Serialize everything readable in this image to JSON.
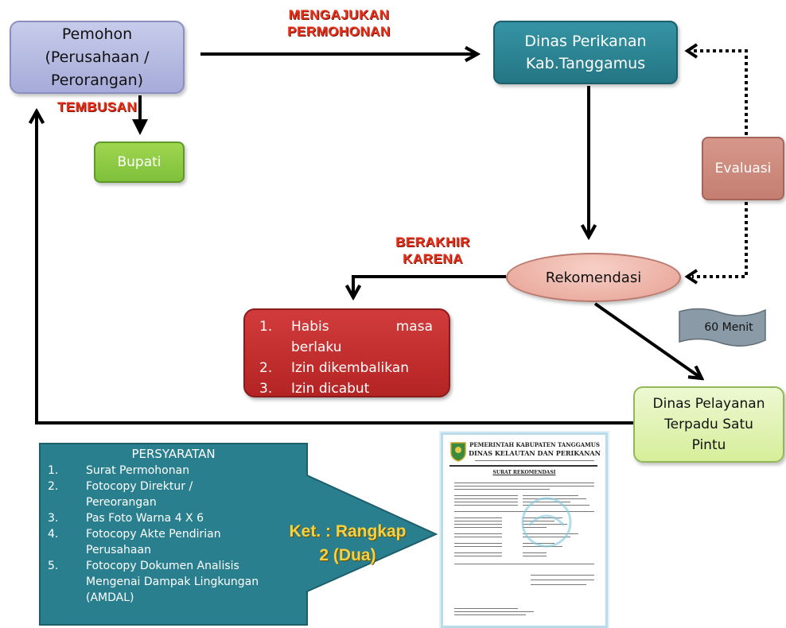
{
  "nodes": {
    "pemohon": [
      "Pemohon",
      "(Perusahaan /",
      "Perorangan)"
    ],
    "dinas": [
      "Dinas Perikanan",
      "Kab.Tanggamus"
    ],
    "bupati": "Bupati",
    "evaluasi": "Evaluasi",
    "rekomendasi": "Rekomendasi",
    "dpts": [
      "Dinas Pelayanan",
      "Terpadu Satu",
      "Pintu"
    ]
  },
  "edge_labels": {
    "mengajukan": [
      "MENGAJUKAN",
      "PERMOHONAN"
    ],
    "tembusan": "TEMBUSAN",
    "berakhir": [
      "BERAKHIR",
      "KARENA"
    ]
  },
  "berakhir_items": [
    {
      "num": "1.",
      "text_a": "Habis",
      "text_b": "masa",
      "text_c": "berlaku"
    },
    {
      "num": "2.",
      "text": "Izin dikembalikan"
    },
    {
      "num": "3.",
      "text": "Izin dicabut"
    }
  ],
  "menit": "60 Menit",
  "persyaratan": {
    "title": "PERSYARATAN",
    "items": [
      {
        "num": "1.",
        "lines": [
          "Surat Permohonan"
        ]
      },
      {
        "num": "2.",
        "lines": [
          "Fotocopy Direktur /",
          "Pereorangan"
        ]
      },
      {
        "num": "3.",
        "lines": [
          "Pas Foto Warna 4 X 6"
        ]
      },
      {
        "num": "4.",
        "lines": [
          "Fotocopy Akte Pendirian",
          "Perusahaan"
        ]
      },
      {
        "num": "5.",
        "lines": [
          "Fotocopy Dokumen Analisis",
          "Mengenai Dampak Lingkungan",
          "(AMDAL)"
        ]
      }
    ]
  },
  "ket": [
    "Ket. : Rangkap",
    "2 (Dua)"
  ],
  "document": {
    "header1": "PEMERINTAH KABUPATEN TANGGAMUS",
    "header2": "DINAS KELAUTAN DAN PERIKANAN",
    "title": "SURAT REKOMENDASI"
  },
  "colors": {
    "arrow": "#000000",
    "teal": "#2a7f8e",
    "green": "#8cc94a",
    "red": "#c62d2d",
    "label_red": "#e8311b",
    "gold": "#f6d142"
  }
}
